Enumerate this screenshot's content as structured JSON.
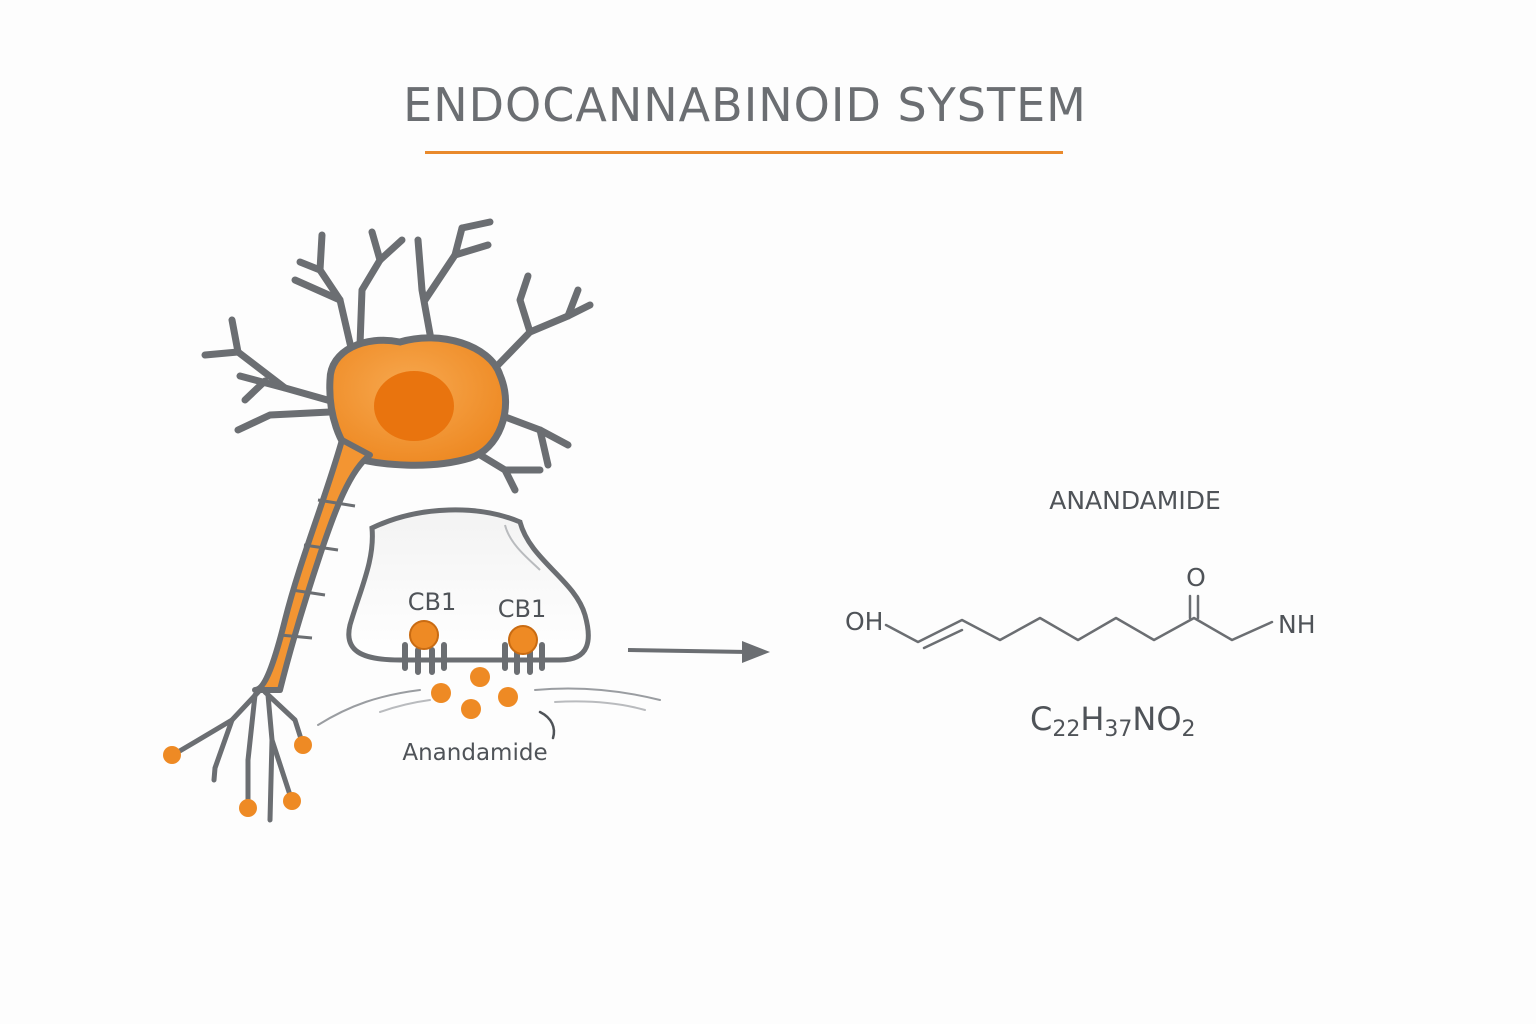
{
  "title": "ENDOCANNABINOID SYSTEM",
  "neuron": {
    "receptor_left": "CB1",
    "receptor_right": "CB1",
    "ligand_label": "Anandamide"
  },
  "molecule": {
    "name": "ANANDAMIDE",
    "atom_oh": "OH",
    "atom_o": "O",
    "atom_nh": "NH",
    "formula": {
      "c": "C",
      "c_n": "22",
      "h": "H",
      "h_n": "37",
      "n": "N",
      "o": "O",
      "o_n": "2"
    }
  },
  "colors": {
    "accent": "#e98a2c",
    "outline": "#6b6e72",
    "text": "#4f5358"
  }
}
